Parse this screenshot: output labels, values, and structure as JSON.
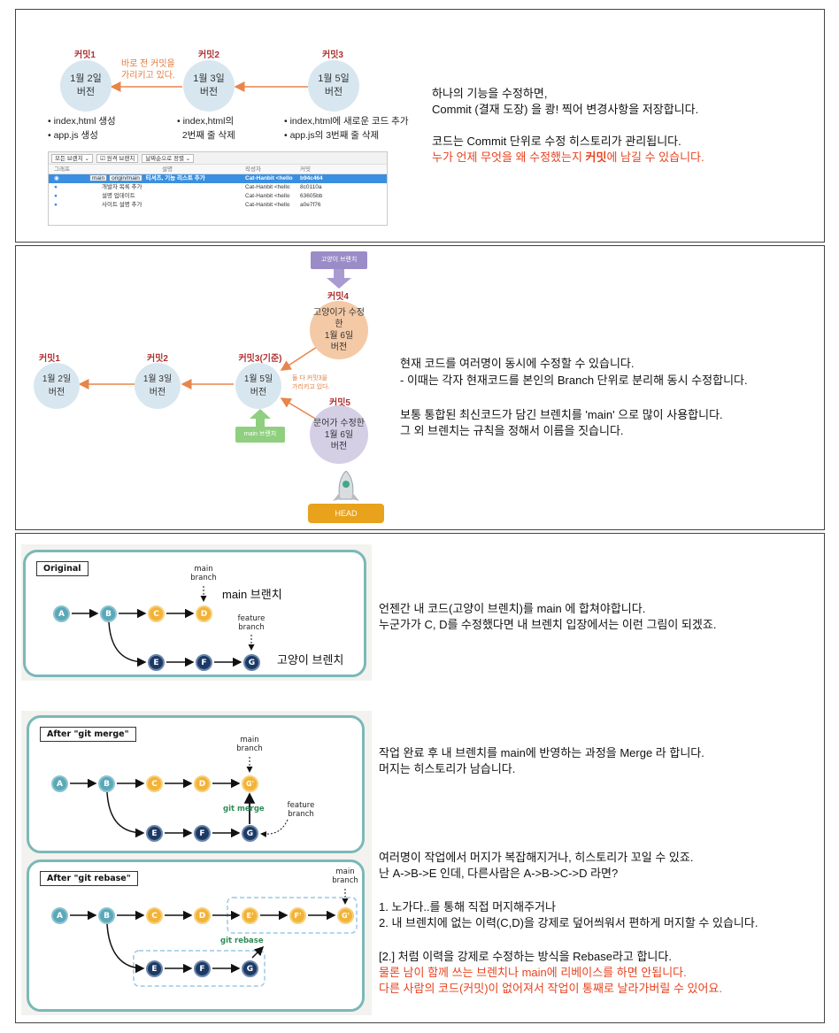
{
  "panel1": {
    "commits": [
      {
        "label": "커밋1",
        "text": "1월 2일\n버전",
        "bullets": "• index,html 생성\n• app.js 생성"
      },
      {
        "label": "커밋2",
        "text": "1월 3일\n버전",
        "bullets": "• index,html의\n  2번째 줄 삭제"
      },
      {
        "label": "커밋3",
        "text": "1월 5일\n버전",
        "bullets": "• index,html에 새로운 코드 추가\n• app.js의 3번째 줄 삭제"
      }
    ],
    "arrow_note": "바로 전 커밋을\n가리키고 있다.",
    "client": {
      "toolbar": [
        "모든 브랜치 ⌄",
        "☑ 원격 브랜치",
        "날짜순으로 정렬 ⌄"
      ],
      "headers": [
        "그래프",
        "설명",
        "작성자",
        "커밋"
      ],
      "rows": [
        {
          "tags": [
            "main",
            "origin/main"
          ],
          "desc": "티셔츠, 기능 리스트 추가",
          "author": "Cat-Hanbit <hello",
          "hash": "b94c464"
        },
        {
          "tags": [],
          "desc": "개발자 목록 추가",
          "author": "Cat-Hanbit <hello",
          "hash": "8c0110a"
        },
        {
          "tags": [],
          "desc": "설명 업데이트",
          "author": "Cat-Hanbit <hello",
          "hash": "63605bb"
        },
        {
          "tags": [],
          "desc": "사이트 설명 추가",
          "author": "Cat-Hanbit <hello",
          "hash": "a0e7f76"
        }
      ]
    },
    "text_lines": [
      "하나의 기능을 수정하면,",
      "Commit (결재 도장) 을 쾅! 찍어 변경사항을 저장합니다.",
      "",
      "코드는 Commit 단위로 수정 히스토리가 관리됩니다."
    ],
    "highlight_pre": "누가 언제 무엇을 왜 수정했는지 ",
    "highlight_bold": "커밋",
    "highlight_post": "에 남길 수 있습니다."
  },
  "panel2": {
    "commits": [
      {
        "label": "커밋1",
        "text": "1월 2일\n버전"
      },
      {
        "label": "커밋2",
        "text": "1월 3일\n버전"
      },
      {
        "label": "커밋3(기준)",
        "text": "1월 5일\n버전"
      },
      {
        "label": "커밋4",
        "text": "고양이가 수정한\n1월 6일\n버전"
      },
      {
        "label": "커밋5",
        "text": "문어가 수정한\n1월 6일\n버전"
      }
    ],
    "cat_branch": "고양이 브랜치",
    "main_branch": "main 브랜치",
    "both_note": "둘 다 커밋3을\n가리키고 있다.",
    "head": "HEAD",
    "text_lines": [
      "현재 코드를 여러명이 동시에 수정할 수 있습니다.",
      "- 이때는 각자 현재코드를 본인의 Branch 단위로 분리해 동시 수정합니다.",
      "",
      "보통 통합된 최신코드가 담긴 브렌치를 'main' 으로 많이 사용합니다.",
      "그 외 브렌치는 규칙을 정해서 이름을 짓습니다."
    ]
  },
  "panel3": {
    "original": {
      "title": "Original",
      "nodes": [
        "A",
        "B",
        "C",
        "D",
        "E",
        "F",
        "G"
      ],
      "main_ptr": "main\nbranch",
      "feature_ptr": "feature\nbranch",
      "main_label": "main 브랜치",
      "cat_label": "고양이 브렌치"
    },
    "text1": [
      "언젠간 내 코드(고양이 브렌치)를 main 에 합쳐야합니다.",
      "누군가가 C, D를 수정했다면 내 브렌치 입장에서는 이런 그림이 되겠죠."
    ],
    "merge": {
      "title": "After \"git merge\"",
      "nodes": [
        "A",
        "B",
        "C",
        "D",
        "G'",
        "E",
        "F",
        "G"
      ],
      "main_ptr": "main\nbranch",
      "feature_ptr": "feature\nbranch",
      "cmd": "git merge"
    },
    "text2": [
      "작업 완료 후 내 브렌치를 main에 반영하는 과정을 Merge 라 합니다.",
      "머지는 히스토리가 남습니다."
    ],
    "rebase": {
      "title": "After \"git rebase\"",
      "nodes": [
        "A",
        "B",
        "C",
        "D",
        "E'",
        "F'",
        "G'",
        "E",
        "F",
        "G"
      ],
      "main_ptr": "main\nbranch",
      "cmd": "git rebase"
    },
    "text3": [
      "여러명이 작업에서 머지가 복잡해지거나, 히스토리가 꼬일 수 있죠.",
      "난 A->B->E 인데, 다른사람은 A->B->C->D 라면?",
      "",
      "1. 노가다..를 통해 직접 머지해주거나",
      "2. 내 브렌치에 없는 이력(C,D)을 강제로 덮어씌워서 편하게 머지할 수 있습니다.",
      "",
      "[2.] 처럼 이력을 강제로 수정하는 방식을 Rebase라고 합니다."
    ],
    "text3_red": [
      "물론 남이 함께 쓰는 브렌치나 main에 리베이스를 하면 안됩니다.",
      "다른 사람의 코드(커밋)이 없어져서 작업이 통째로 날라가버릴 수 있어요."
    ]
  },
  "colors": {
    "commit_label": "#b03030",
    "note_orange": "#e47a3c",
    "arrow_orange": "#e8854a",
    "highlight_red": "#e8431f",
    "box_border": "#7bb8b8",
    "node_teal": "#5ba8b8",
    "node_yellow": "#f2b338",
    "node_navy": "#1c3a66"
  }
}
